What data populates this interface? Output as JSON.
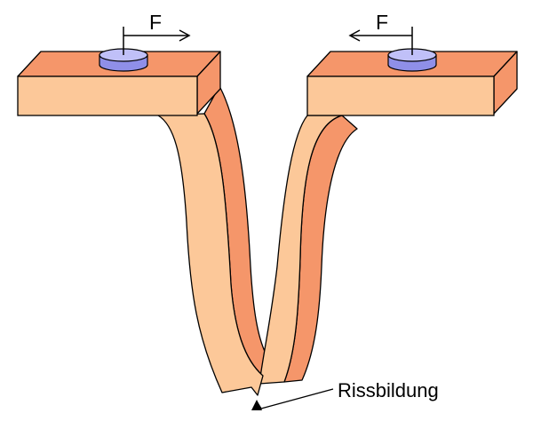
{
  "labels": {
    "force_left": "F",
    "force_right": "F",
    "crack": "Rissbildung"
  },
  "colors": {
    "light_face": "#fcc899",
    "dark_face": "#f5966a",
    "pin_body": "#8f8fe8",
    "pin_top": "#c0c0f8",
    "outline": "#000000"
  }
}
